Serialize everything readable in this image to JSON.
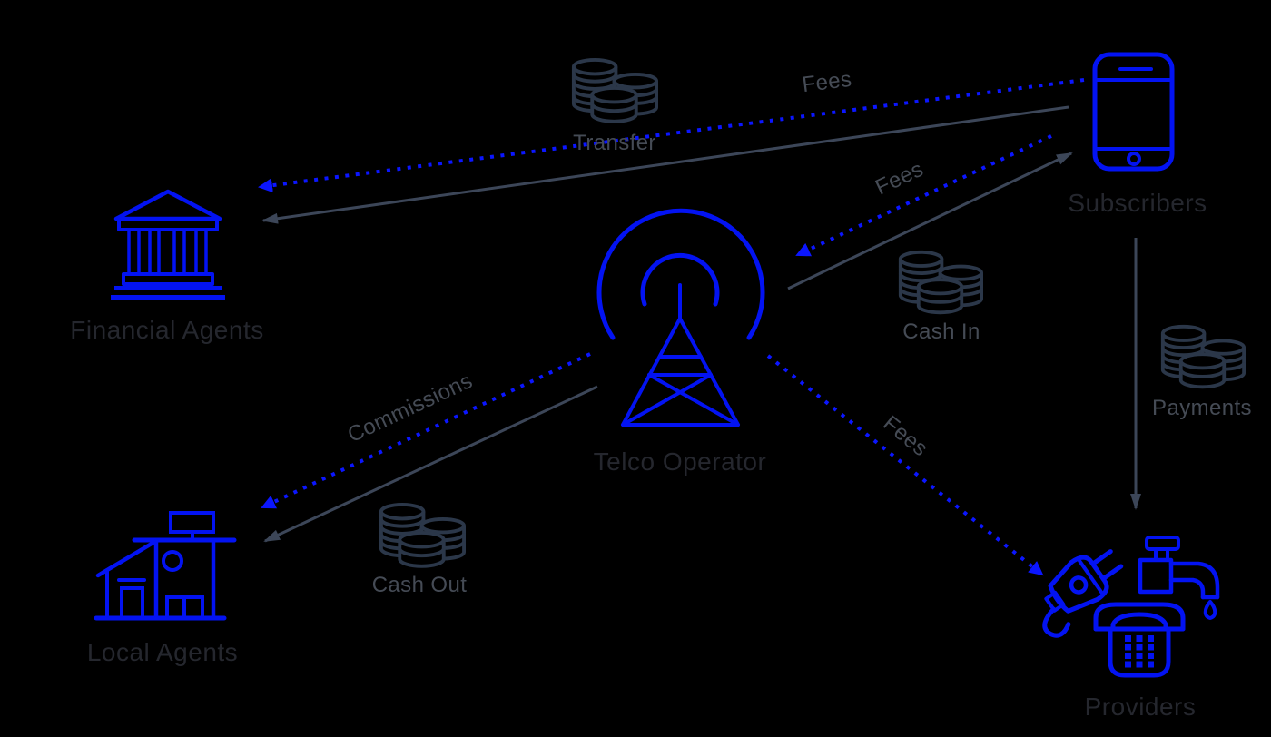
{
  "diagram": {
    "nodes": {
      "subscribers": {
        "label": "Subscribers",
        "icon": "smartphone-icon"
      },
      "financial_agents": {
        "label": "Financial Agents",
        "icon": "bank-icon"
      },
      "telco_operator": {
        "label": "Telco Operator",
        "icon": "radio-tower-icon"
      },
      "local_agents": {
        "label": "Local Agents",
        "icon": "shop-icon"
      },
      "providers": {
        "label": "Providers",
        "icon": "plug-faucet-telephone-icons"
      }
    },
    "edges": [
      {
        "id": "fees-subscribers-to-financial-agents",
        "label": "Fees",
        "from": "subscribers",
        "to": "financial_agents",
        "style": "dotted-blue-arrow"
      },
      {
        "id": "transfer-subscribers-to-financial",
        "label": "Transfer",
        "from": "subscribers",
        "to": "financial_agents",
        "style": "solid-gray-arrow",
        "coins_icon": true
      },
      {
        "id": "fees-subscribers-to-telco",
        "label": "Fees",
        "from": "subscribers",
        "to": "telco_operator",
        "style": "dotted-blue-arrow"
      },
      {
        "id": "cash-in-telco-to-subscribers",
        "label": "Cash In",
        "from": "telco_operator",
        "to": "subscribers",
        "style": "solid-gray-arrow",
        "coins_icon": true
      },
      {
        "id": "commissions-telco-to-local-agents",
        "label": "Commissions",
        "from": "telco_operator",
        "to": "local_agents",
        "style": "dotted-blue-arrow"
      },
      {
        "id": "cash-out-telco-to-local-agents",
        "label": "Cash Out",
        "from": "telco_operator",
        "to": "local_agents",
        "style": "solid-gray-arrow",
        "coins_icon": true
      },
      {
        "id": "fees-telco-to-providers",
        "label": "Fees",
        "from": "telco_operator",
        "to": "providers",
        "style": "dotted-blue-arrow"
      },
      {
        "id": "payments-subscribers-to-providers",
        "label": "Payments",
        "from": "subscribers",
        "to": "providers",
        "style": "solid-gray-arrow",
        "coins_icon": true
      }
    ]
  },
  "palette": {
    "background": "#000000",
    "icon_blue": "#0313f2",
    "arrow_blue": "#0b16ff",
    "slate": "#3c4658",
    "coin_outline": "#2b3749",
    "node_label": "#25272e",
    "flow_label": "#454b55"
  }
}
